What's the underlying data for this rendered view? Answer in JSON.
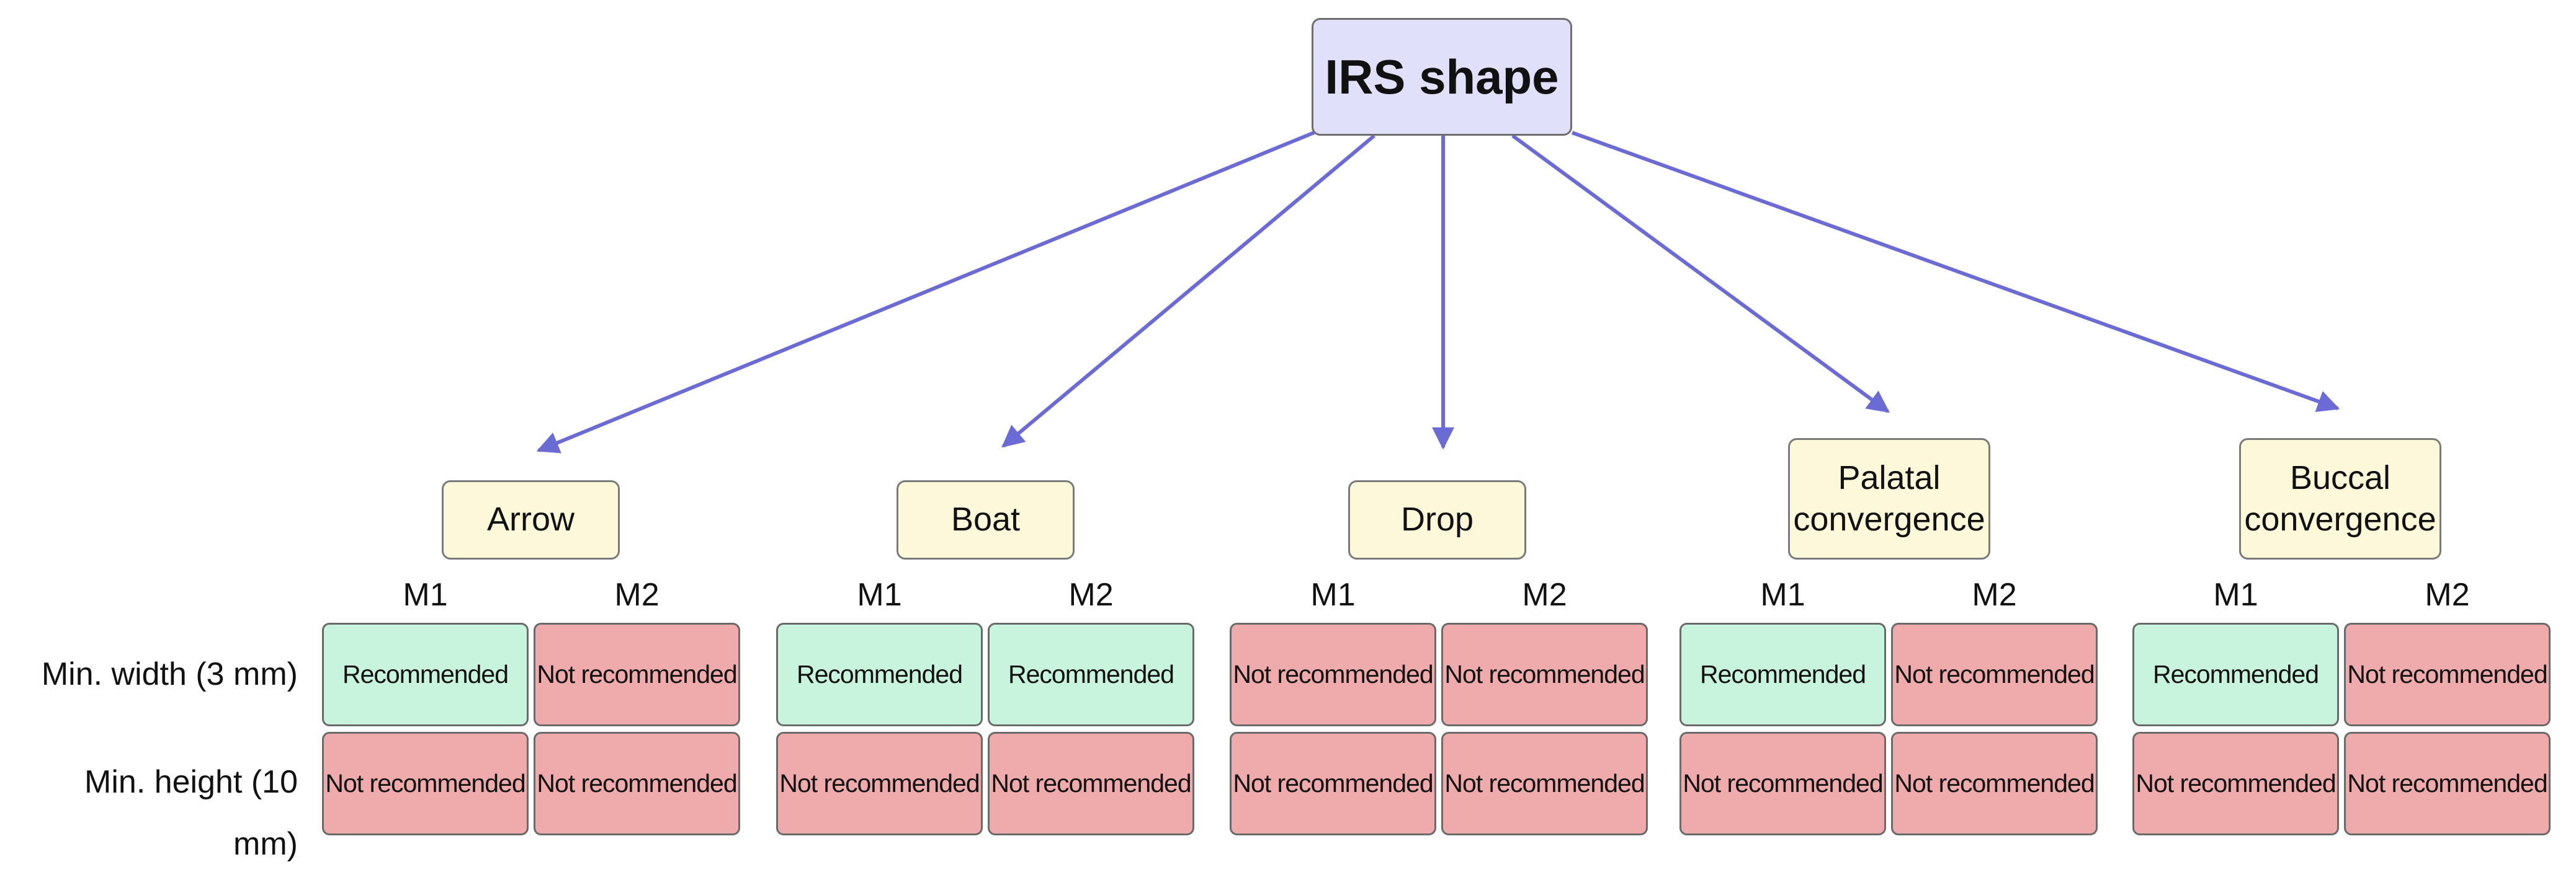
{
  "root": {
    "label": "IRS shape"
  },
  "row_labels": [
    "Min. width (3 mm)",
    "Min. height (10 mm)"
  ],
  "column_labels": [
    "M1",
    "M2"
  ],
  "shapes": [
    {
      "name": "Arrow",
      "lines": [
        "Arrow"
      ],
      "cells": [
        [
          "Recommended",
          "Not recommended"
        ],
        [
          "Not recommended",
          "Not recommended"
        ]
      ]
    },
    {
      "name": "Boat",
      "lines": [
        "Boat"
      ],
      "cells": [
        [
          "Recommended",
          "Recommended"
        ],
        [
          "Not recommended",
          "Not recommended"
        ]
      ]
    },
    {
      "name": "Drop",
      "lines": [
        "Drop"
      ],
      "cells": [
        [
          "Not recommended",
          "Not recommended"
        ],
        [
          "Not recommended",
          "Not recommended"
        ]
      ]
    },
    {
      "name": "Palatal convergence",
      "lines": [
        "Palatal",
        "convergence"
      ],
      "cells": [
        [
          "Recommended",
          "Not recommended"
        ],
        [
          "Not recommended",
          "Not recommended"
        ]
      ]
    },
    {
      "name": "Buccal convergence",
      "lines": [
        "Buccal",
        "convergence"
      ],
      "cells": [
        [
          "Recommended",
          "Not recommended"
        ],
        [
          "Not recommended",
          "Not recommended"
        ]
      ]
    }
  ],
  "colors": {
    "recommended": "#c8f3dc",
    "not_recommended": "#efaaab",
    "arrow": "#6b6bd6",
    "root_fill": "#e0e0fa",
    "shape_fill": "#fdf8d9"
  }
}
